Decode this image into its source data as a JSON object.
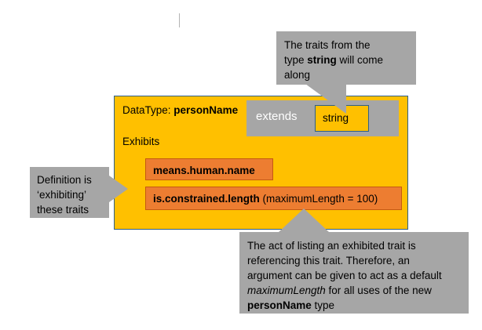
{
  "diagram": {
    "datatype_box": {
      "title_prefix": "DataType: ",
      "title_name": "personName",
      "exhibits_label": "Exhibits",
      "extends_label": "extends",
      "extends_type": "string",
      "traits": [
        {
          "name": "means.human.name",
          "argument": ""
        },
        {
          "name": "is.constrained.length",
          "argument": " (maximumLength = 100)"
        }
      ]
    },
    "callouts": {
      "top": {
        "line1": "The traits from the",
        "line2_a": "type ",
        "line2_bold": "string",
        "line2_b": " will come",
        "line3": "along"
      },
      "left": {
        "line1": "Definition is",
        "line2": "‘exhibiting’",
        "line3": "these traits"
      },
      "bottom": {
        "line1": "The act of listing an exhibited trait is",
        "line2": "referencing this trait. Therefore, an",
        "line3": "argument can be given to act as a default",
        "line4_italic": "maximumLength",
        "line4_rest": " for all uses of the new",
        "line5_bold": "personName",
        "line5_rest": " type"
      }
    },
    "colors": {
      "datatype_fill": "#ffc000",
      "datatype_border": "#2e5f8a",
      "trait_fill": "#ed7d31",
      "trait_border": "#c55a11",
      "callout_fill": "#a6a6a6",
      "extends_fill": "#a6a6a6",
      "extends_text": "#ffffff",
      "background": "#ffffff"
    }
  }
}
